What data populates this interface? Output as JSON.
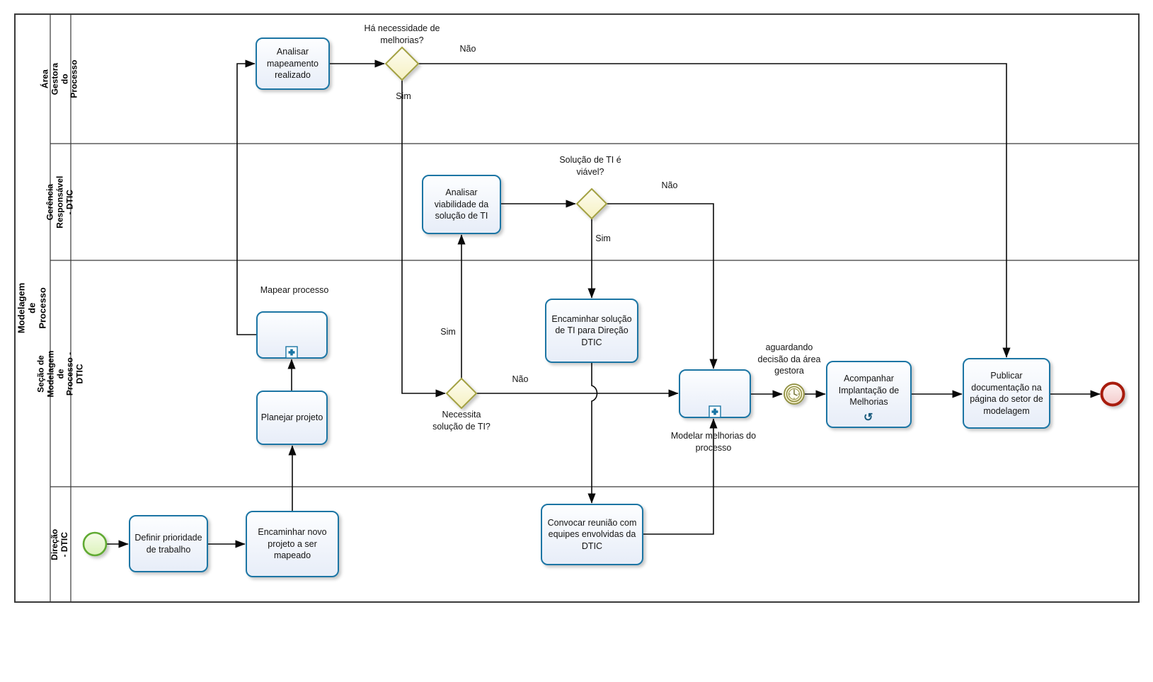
{
  "pool": {
    "name": "Modelagem de Processo"
  },
  "lanes": [
    {
      "label": "Área Gestora do Processo"
    },
    {
      "label": "Gerência  Responsável - DTIC"
    },
    {
      "label": "Seção de Modelagem de Processo - DTIC"
    },
    {
      "label": "Direção - DTIC"
    }
  ],
  "tasks": {
    "analisar_mapeamento": "Analisar mapeamento realizado",
    "analisar_viabilidade": "Analisar viabilidade da solução de TI",
    "encaminhar_solucao": "Encaminhar solução de TI para Direção DTIC",
    "mapear_processo": "Mapear processo",
    "planejar_projeto": "Planejar projeto",
    "modelar_melhorias": "Modelar melhorias do processo",
    "acompanhar_implantacao": "Acompanhar Implantação de Melhorias",
    "publicar_documentacao": "Publicar documentação na página do setor de modelagem",
    "definir_prioridade": "Definir prioridade de trabalho",
    "encaminhar_novo_projeto": "Encaminhar novo projeto a ser mapeado",
    "convocar_reuniao": "Convocar reunião com equipes envolvidas da DTIC"
  },
  "gateways": {
    "ha_necessidade": "Há necessidade de melhorias?",
    "solucao_viavel": "Solução de TI é viável?",
    "necessita_solucao": "Necessita solução de TI?"
  },
  "branches": {
    "gw1_nao": "Não",
    "gw1_sim": "Sim",
    "gw2_nao": "Não",
    "gw2_sim": "Sim",
    "gw3_sim": "Sim",
    "gw3_nao": "Não"
  },
  "events": {
    "timer_label": "aguardando decisão da área gestora"
  },
  "icons": {
    "loop_glyph": "↺"
  },
  "colors": {
    "task_border": "#1a75a4",
    "gateway_border": "#a3a143",
    "start_border": "#61aa32",
    "end_border": "#a81a10",
    "timer_border": "#8f8f40",
    "flow_line": "#0a0a0a"
  }
}
